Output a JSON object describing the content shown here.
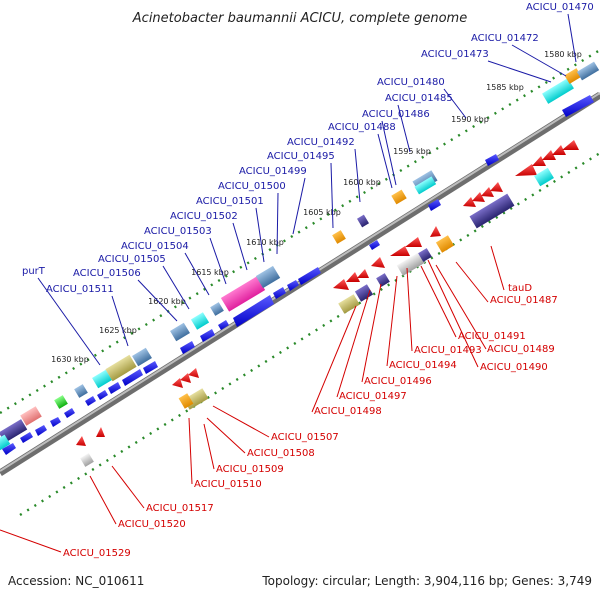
{
  "title": "Acinetobacter baumannii ACICU, complete genome",
  "footer": {
    "accession": "Accession: NC_010611",
    "topology": "Topology: circular; Length: 3,904,116 bp; Genes: 3,749"
  },
  "ticks": [
    {
      "text": "1580 kbp"
    },
    {
      "text": "1585 kbp"
    },
    {
      "text": "1590 kbp"
    },
    {
      "text": "1595 kbp"
    },
    {
      "text": "1600 kbp"
    },
    {
      "text": "1605 kbp"
    },
    {
      "text": "1610 kbp"
    },
    {
      "text": "1615 kbp"
    },
    {
      "text": "1620 kbp"
    },
    {
      "text": "1625 kbp"
    },
    {
      "text": "1630 kbp"
    }
  ],
  "forward_labels": [
    "ACICU_01470",
    "ACICU_01472",
    "ACICU_01473",
    "ACICU_01480",
    "ACICU_01485",
    "ACICU_01486",
    "ACICU_01488",
    "ACICU_01492",
    "ACICU_01495",
    "ACICU_01499",
    "ACICU_01500",
    "ACICU_01501",
    "ACICU_01502",
    "ACICU_01503",
    "ACICU_01504",
    "ACICU_01505",
    "ACICU_01506",
    "purT",
    "ACICU_01511"
  ],
  "reverse_labels": [
    "tauD",
    "ACICU_01487",
    "ACICU_01491",
    "ACICU_01489",
    "ACICU_01493",
    "ACICU_01490",
    "ACICU_01494",
    "ACICU_01496",
    "ACICU_01497",
    "ACICU_01498",
    "ACICU_01507",
    "ACICU_01508",
    "ACICU_01509",
    "ACICU_01510",
    "ACICU_01517",
    "ACICU_01520",
    "ACICU_01529"
  ],
  "colors": {
    "forward_text": "#1a1aa6",
    "reverse_text": "#d40000",
    "forward_gene": "#1010d8",
    "reverse_gene": "#e01010",
    "backbone": "#8a8a8a",
    "gc_dots": "#2a8a2a"
  }
}
